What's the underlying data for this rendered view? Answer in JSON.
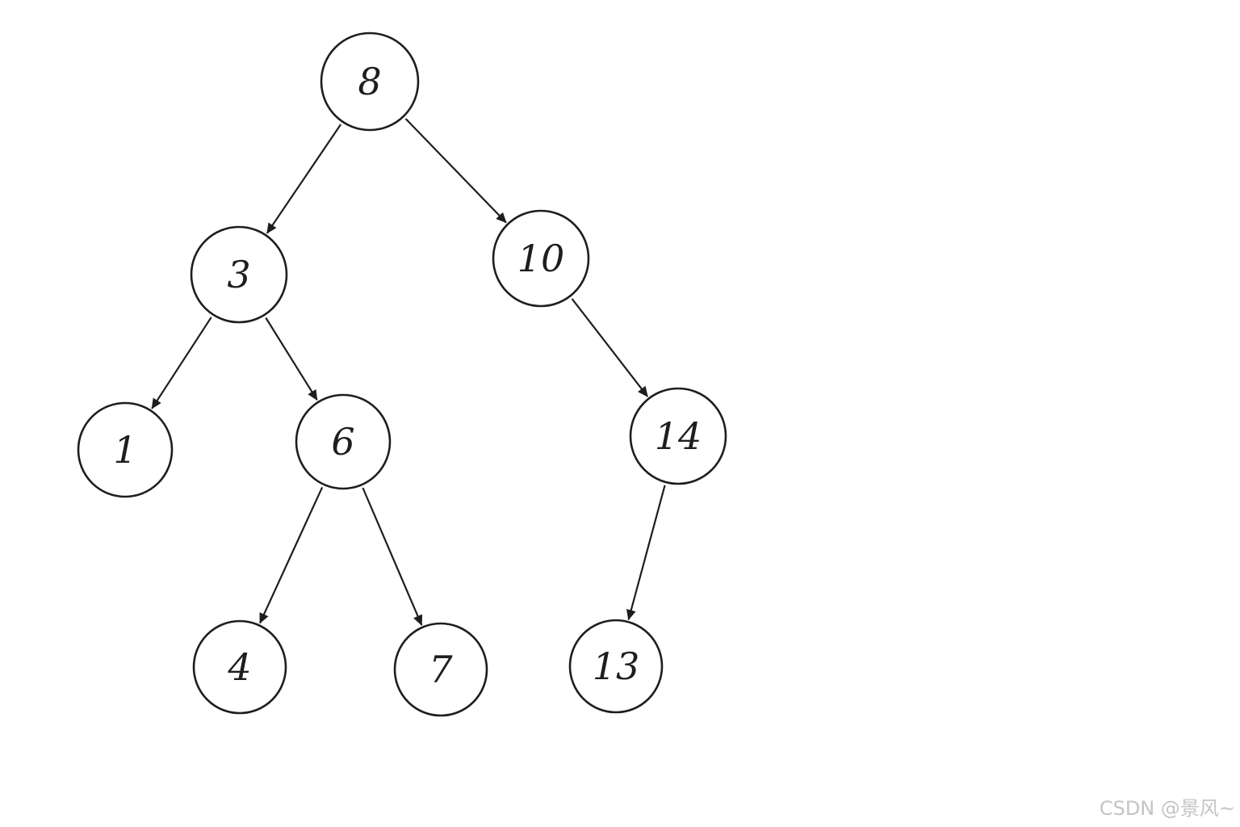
{
  "diagram": {
    "type": "binary-tree",
    "nodes": [
      {
        "id": "n8",
        "label": "8"
      },
      {
        "id": "n3",
        "label": "3"
      },
      {
        "id": "n10",
        "label": "10"
      },
      {
        "id": "n1",
        "label": "1"
      },
      {
        "id": "n6",
        "label": "6"
      },
      {
        "id": "n14",
        "label": "14"
      },
      {
        "id": "n4",
        "label": "4"
      },
      {
        "id": "n7",
        "label": "7"
      },
      {
        "id": "n13",
        "label": "13"
      }
    ],
    "edges": [
      {
        "from": "n8",
        "to": "n3"
      },
      {
        "from": "n8",
        "to": "n10"
      },
      {
        "from": "n3",
        "to": "n1"
      },
      {
        "from": "n3",
        "to": "n6"
      },
      {
        "from": "n10",
        "to": "n14"
      },
      {
        "from": "n6",
        "to": "n4"
      },
      {
        "from": "n6",
        "to": "n7"
      },
      {
        "from": "n14",
        "to": "n13"
      }
    ],
    "colors": {
      "stroke": "#1e1e1e",
      "background": "#ffffff"
    }
  },
  "watermark": {
    "text": "CSDN @景风~"
  }
}
